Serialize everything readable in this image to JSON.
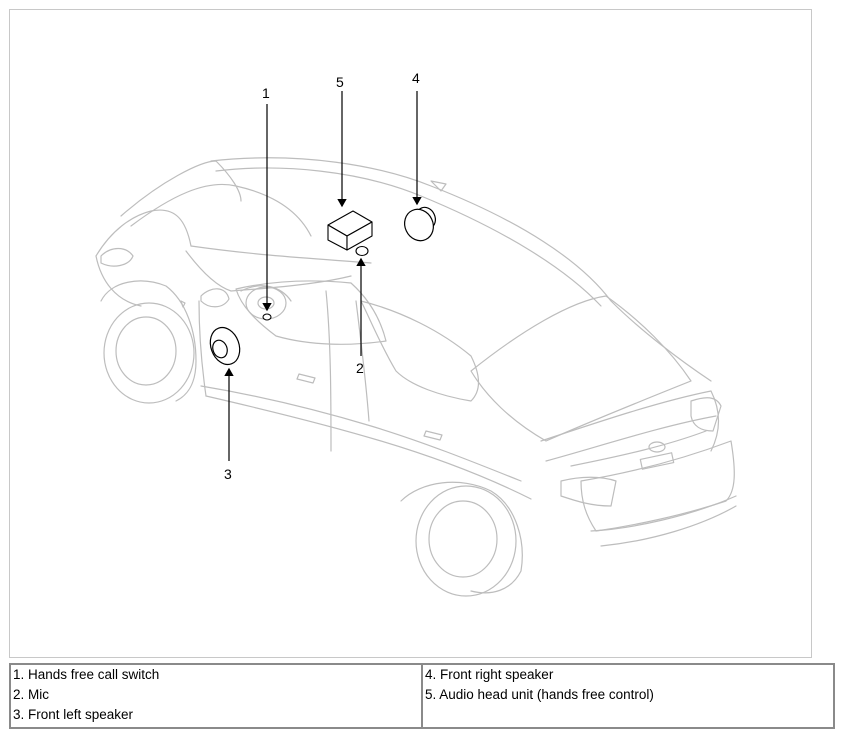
{
  "callouts": [
    "1",
    "2",
    "3",
    "4",
    "5"
  ],
  "legend": {
    "left": [
      "1. Hands free call switch",
      "2. Mic",
      "3. Front left speaker"
    ],
    "right": [
      "4. Front right speaker",
      "5. Audio head unit (hands free control)"
    ]
  }
}
